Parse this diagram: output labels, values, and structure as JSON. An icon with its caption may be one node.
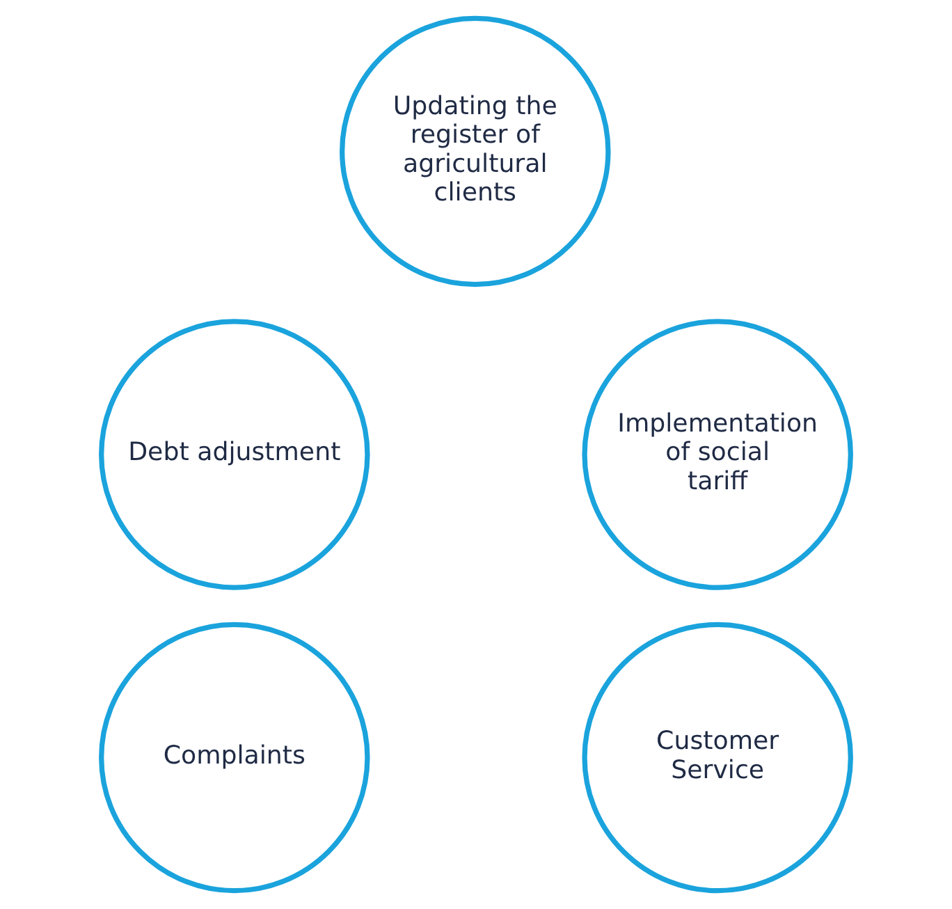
{
  "diagram": {
    "nodes": [
      {
        "text": [
          "Updating the register of agricultural clients"
        ]
      },
      {
        "text": [
          "Debt adjustment"
        ]
      },
      {
        "text": [
          "Implementation of social tariff"
        ]
      },
      {
        "text": [
          "Complaints"
        ]
      },
      {
        "text": [
          "Customer Service"
        ]
      }
    ]
  }
}
